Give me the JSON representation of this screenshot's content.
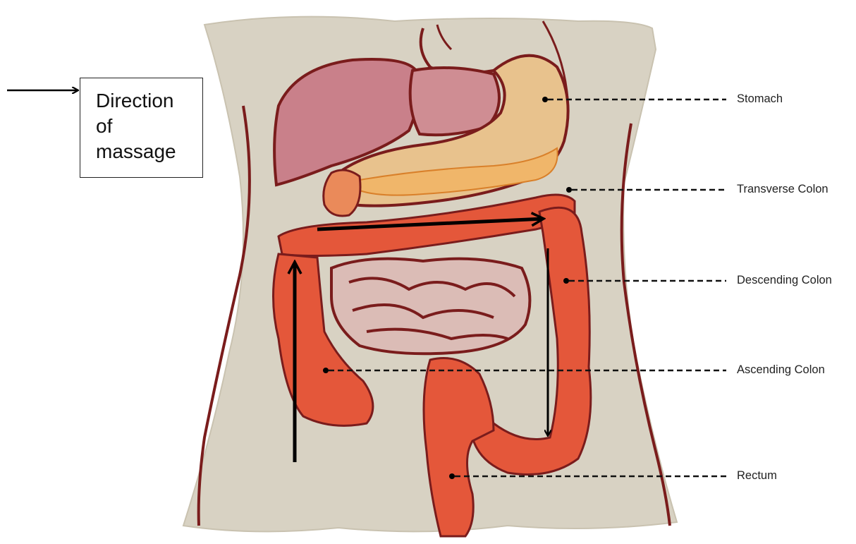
{
  "legend": {
    "lines": [
      "Direction",
      "of",
      "massage"
    ]
  },
  "labels": {
    "stomach": "Stomach",
    "transverse_colon": "Transverse Colon",
    "descending_colon": "Descending Colon",
    "ascending_colon": "Ascending Colon",
    "rectum": "Rectum"
  },
  "colors": {
    "skin": "#d6d1c2",
    "skin_outline": "#7a1c1c",
    "liver": "#c97d86",
    "stomach": "#e9c08a",
    "colon": "#e2532f",
    "small_intestine": "#d9b9b3",
    "arrow": "#000000"
  }
}
